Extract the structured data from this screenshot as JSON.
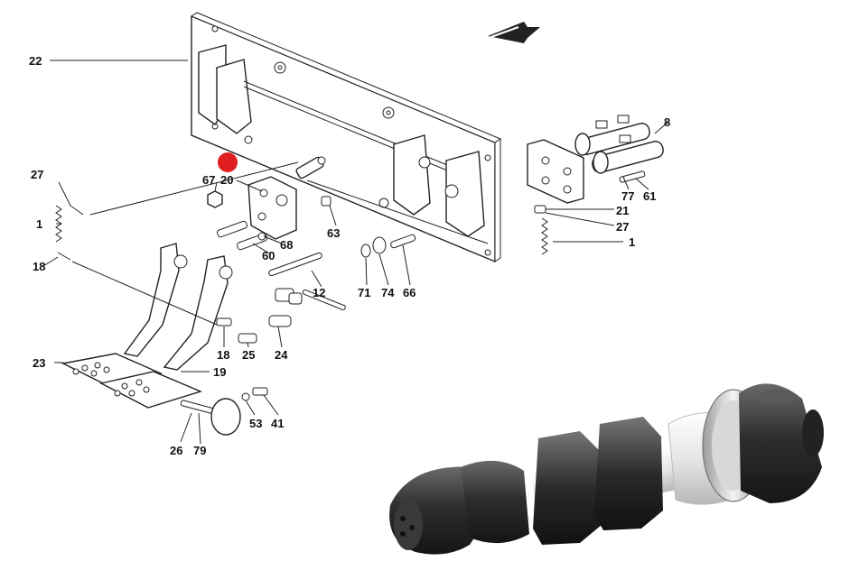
{
  "diagram": {
    "callouts": [
      "22",
      "8",
      "27",
      "67",
      "20",
      "1",
      "63",
      "68",
      "60",
      "18",
      "12",
      "71",
      "74",
      "66",
      "77",
      "61",
      "21",
      "27",
      "1",
      "18",
      "25",
      "24",
      "23",
      "19",
      "53",
      "41",
      "26",
      "79"
    ],
    "highlight_color": "#e02020",
    "photo_description_icon": "push-switch-photo"
  }
}
